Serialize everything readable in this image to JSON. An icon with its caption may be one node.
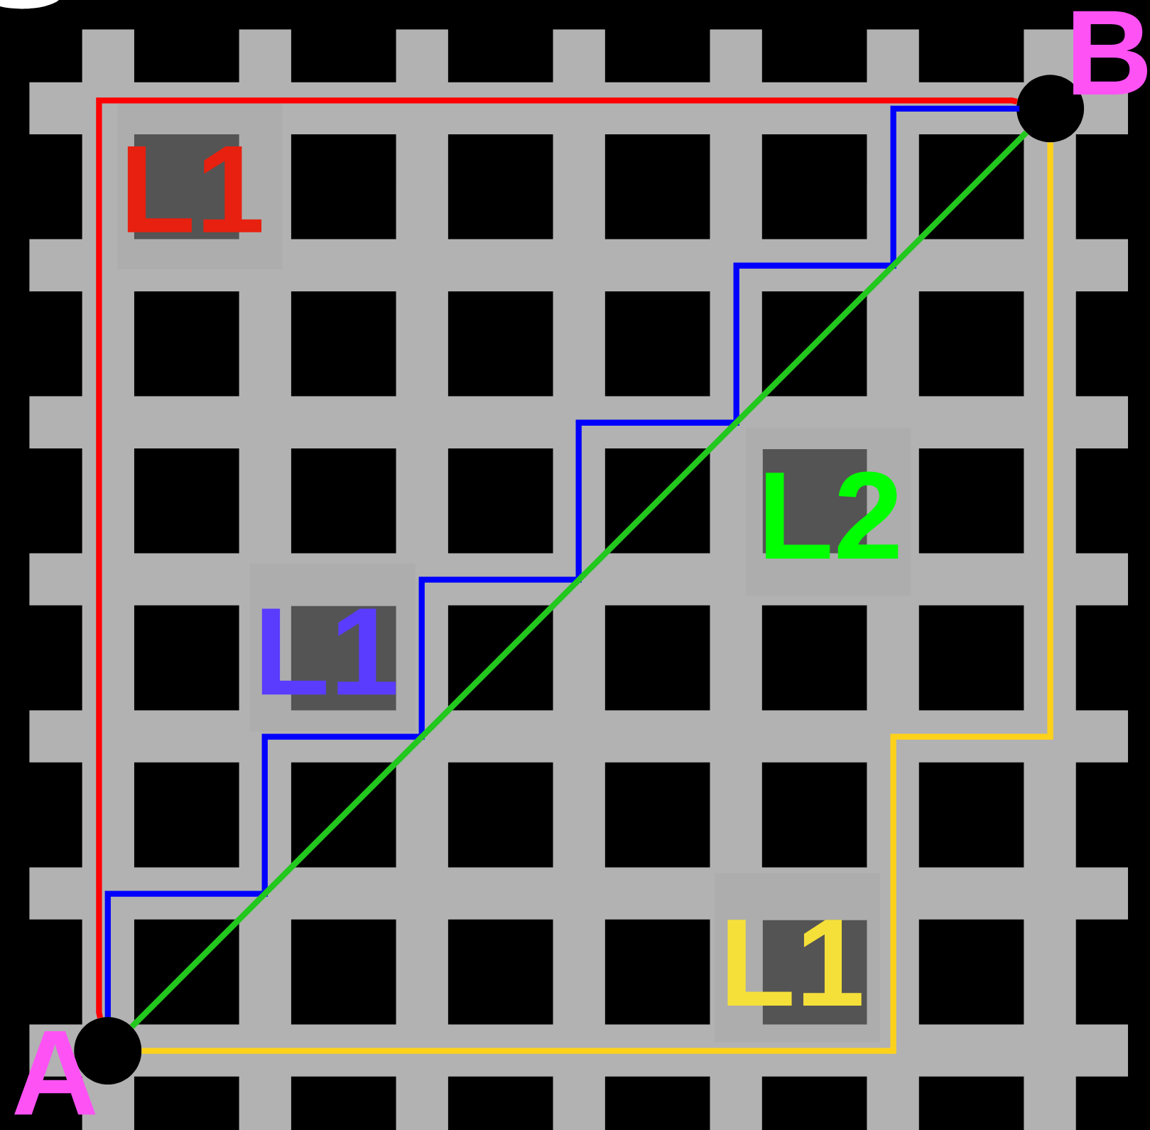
{
  "diagram": {
    "nodes": [
      {
        "text": [],
        "shape": "circle",
        "beside": [
          "A"
        ]
      },
      {
        "text": [],
        "shape": "circle",
        "beside": [
          "B"
        ]
      }
    ],
    "edges": [
      {
        "from": 0,
        "to": 1,
        "arrow": "none",
        "color": "#ff0000",
        "label": "L1"
      },
      {
        "from": 0,
        "to": 1,
        "arrow": "none",
        "color": "#0000ff",
        "label": "L1"
      },
      {
        "from": 0,
        "to": 1,
        "arrow": "none",
        "color": "#22c81e",
        "label": "L2"
      },
      {
        "from": 0,
        "to": 1,
        "arrow": "none",
        "color": "#ffd21a",
        "label": "L1"
      }
    ]
  }
}
